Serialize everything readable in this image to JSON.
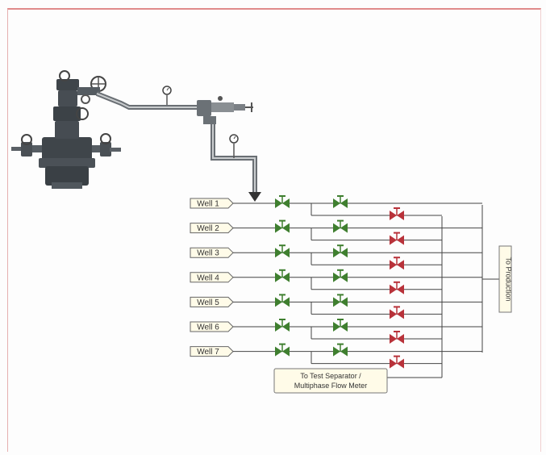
{
  "wells": [
    {
      "label": "Well 1"
    },
    {
      "label": "Well 2"
    },
    {
      "label": "Well 3"
    },
    {
      "label": "Well 4"
    },
    {
      "label": "Well 5"
    },
    {
      "label": "Well 6"
    },
    {
      "label": "Well 7"
    }
  ],
  "to_production": "To Production",
  "to_test": {
    "line1": "To Test Separator /",
    "line2": "Multiphase Flow Meter"
  },
  "colors": {
    "green_valve": "#3f7f2f",
    "red_valve": "#b8323a",
    "pipe": "#555555",
    "wellhead": "#4a5055"
  },
  "icons": {
    "wellhead": "wellhead-christmas-tree-icon",
    "gauge": "pressure-gauge-icon",
    "choke": "choke-valve-icon",
    "valve": "gate-valve-icon"
  }
}
